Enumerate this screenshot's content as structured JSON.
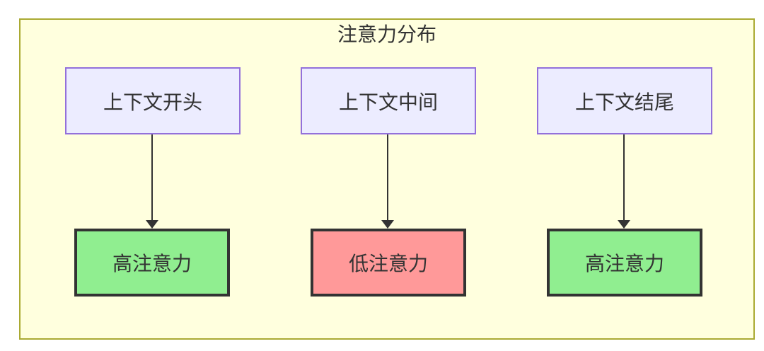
{
  "diagram": {
    "title": "注意力分布",
    "columns": [
      {
        "source_label": "上下文开头",
        "target_label": "高注意力",
        "target_level": "high"
      },
      {
        "source_label": "上下文中间",
        "target_label": "低注意力",
        "target_level": "low"
      },
      {
        "source_label": "上下文结尾",
        "target_label": "高注意力",
        "target_level": "high"
      }
    ],
    "colors": {
      "container_fill": "#ffffde",
      "container_border": "#aaaa33",
      "source_fill": "#ececff",
      "source_border": "#9370db",
      "high_fill": "#90ee90",
      "low_fill": "#ff9999",
      "target_border": "#333333",
      "arrow": "#333333",
      "text": "#333333"
    }
  }
}
